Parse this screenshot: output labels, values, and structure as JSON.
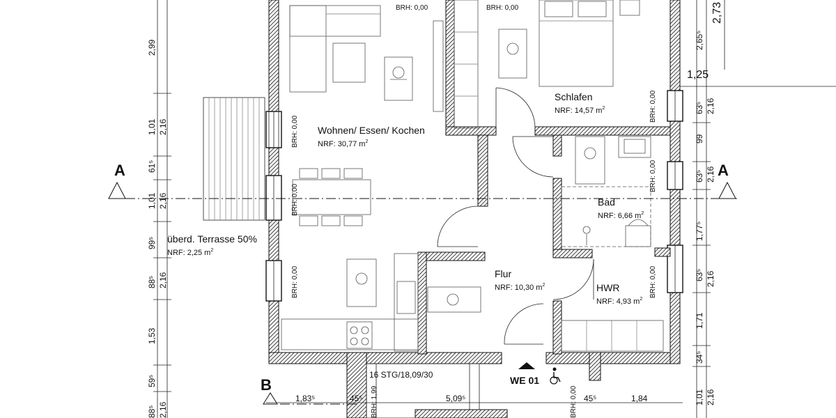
{
  "rooms": {
    "wohnen": {
      "name": "Wohnen/ Essen/ Kochen",
      "nrf": "NRF: 30,77 m",
      "sup": "2"
    },
    "schlafen": {
      "name": "Schlafen",
      "nrf": "NRF: 14,57 m",
      "sup": "2"
    },
    "bad": {
      "name": "Bad",
      "nrf": "NRF: 6,66 m",
      "sup": "2"
    },
    "flur": {
      "name": "Flur",
      "nrf": "NRF: 10,30 m",
      "sup": "2"
    },
    "hwr": {
      "name": "HWR",
      "nrf": "NRF: 4,93 m",
      "sup": "2"
    },
    "terrasse": {
      "name": "überd. Terrasse 50%",
      "nrf": "NRF: 2,25 m",
      "sup": "2"
    }
  },
  "brh": {
    "top1": "BRH: 0,00",
    "top2": "BRH: 0,00",
    "w1": "BRH: 0,00",
    "w2": "BRH: 0,00",
    "w3": "BRH: 0,00",
    "e1": "BRH: 0,00",
    "e2": "BRH: 0,00",
    "e3": "BRH: 0,00",
    "bottom": "BRH: 1,99",
    "bottom2": "BRH: 0,00"
  },
  "section_marks": {
    "a_left": "A",
    "a_right": "A",
    "b_left": "B"
  },
  "entry": {
    "label": "WE 01"
  },
  "stair": {
    "label": "16 STG/18,09/30"
  },
  "dims_left_outer": [
    "2,99",
    "1,01",
    "61⁵",
    "1,01",
    "99⁵",
    "88⁵",
    "1,53",
    "59⁵",
    "88⁵"
  ],
  "dims_left_inner": [
    "2,16",
    "2,16",
    "2,16",
    "2,16"
  ],
  "dims_right": {
    "top_big": "2,73",
    "r1": "2,65⁵",
    "r125": "1,25",
    "r2": "63⁵",
    "r3": "2,16",
    "r4": "99",
    "r5": "63⁵",
    "r6": "2,16",
    "r7": "1,77⁵",
    "r8": "63⁵",
    "r9": "2,16",
    "r10": "1,71",
    "r11": "34⁵",
    "r12": "1,01",
    "r13": "2,16"
  },
  "dims_bottom": {
    "d1": "1,83⁵",
    "d2": "45⁵",
    "d3": "5,09⁵",
    "d4": "45⁵",
    "d5": "1,84"
  }
}
